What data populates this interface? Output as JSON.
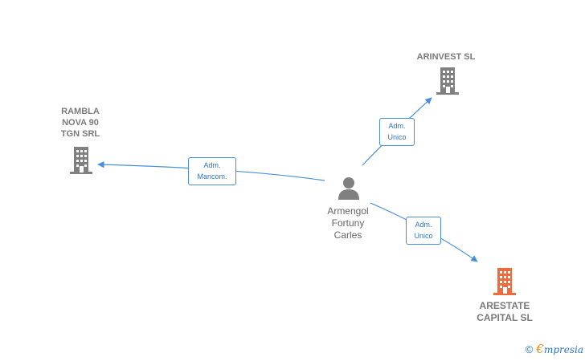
{
  "nodes": {
    "rambla": {
      "lines": [
        "RAMBLA",
        "NOVA 90",
        "TGN SRL"
      ],
      "icon": "building-icon",
      "color": "#808080"
    },
    "arinvest": {
      "lines": [
        "ARINVEST SL"
      ],
      "icon": "building-icon",
      "color": "#808080"
    },
    "arestate": {
      "lines": [
        "ARESTATE",
        "CAPITAL  SL"
      ],
      "icon": "building-icon",
      "color": "#f06a3c"
    },
    "person": {
      "lines": [
        "Armengol",
        "Fortuny",
        "Carles"
      ],
      "icon": "person-icon",
      "color": "#808080"
    }
  },
  "edges": {
    "to_rambla": {
      "lines": [
        "Adm.",
        "Mancom."
      ]
    },
    "to_arinvest": {
      "lines": [
        "Adm.",
        "Unico"
      ]
    },
    "to_arestate": {
      "lines": [
        "Adm.",
        "Unico"
      ]
    }
  },
  "colors": {
    "edge": "#4a90d9",
    "building": "#808080",
    "focus": "#f06a3c"
  },
  "footer": {
    "copyright": "©",
    "brand_e": "€",
    "brand_rest": "mpresia"
  }
}
